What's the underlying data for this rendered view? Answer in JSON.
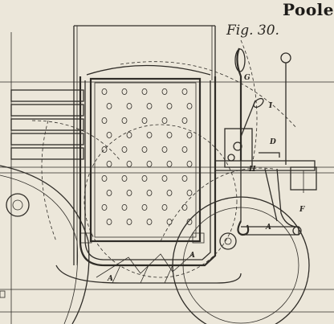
{
  "plate": {
    "header": "Poole",
    "figure_label": "Fig. 30.",
    "part_labels": {
      "g": "G",
      "i": "I",
      "d": "D",
      "f": "F",
      "a_right": "A",
      "a_bottom_left": "A",
      "a_bottom_mid": "A",
      "h": "H"
    },
    "perforation_grid": {
      "rows": 10,
      "cols": 5
    }
  }
}
